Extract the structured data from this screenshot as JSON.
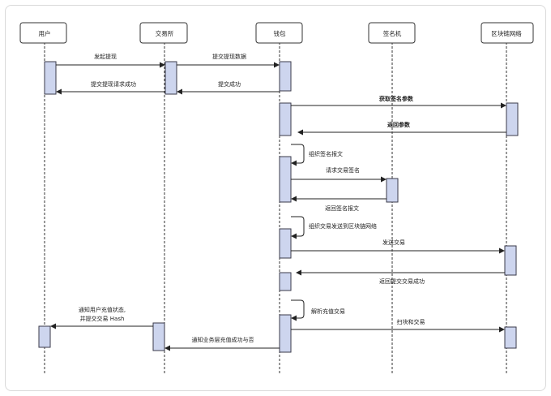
{
  "participants": [
    {
      "id": "user",
      "label": "用户"
    },
    {
      "id": "exchange",
      "label": "交易所"
    },
    {
      "id": "wallet",
      "label": "钱包"
    },
    {
      "id": "signer",
      "label": "签名机"
    },
    {
      "id": "chain",
      "label": "区块链网络"
    }
  ],
  "messages": {
    "m1": "发起提现",
    "m2": "提交提现数据",
    "m3": "提交提现请求成功",
    "m4": "提交成功",
    "m5": "获取签名参数",
    "m6": "返回参数",
    "m7": "组织签名报文",
    "m8": "请求交易签名",
    "m9": "返回签名报文",
    "m10": "组织交易发送到区块链网络",
    "m11": "发送交易",
    "m12": "返回提交交易成功",
    "m13": "解析充值交易",
    "m14": "扫块和交易",
    "m15_line1": "通知用户充值状态,",
    "m15_line2": "并提交交易 Hash",
    "m16": "通知业务层充值成功与否"
  },
  "colors": {
    "activation_fill": "#cdd5ee",
    "activation_stroke": "#3a3a4a",
    "participant_fill": "#ffffff",
    "line": "#222222"
  }
}
